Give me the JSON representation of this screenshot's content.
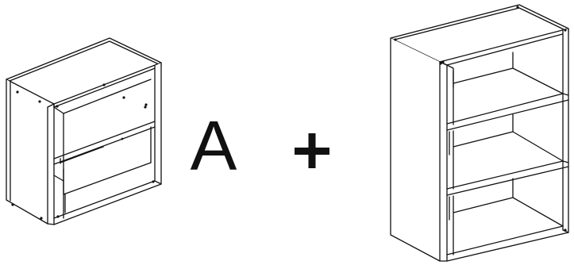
{
  "labels": {
    "variant_letter": "A",
    "operator": "+"
  },
  "items": [
    {
      "name": "small-cabinet",
      "shelves": 1
    },
    {
      "name": "tall-cabinet",
      "shelves": 2
    }
  ],
  "colors": {
    "stroke": "#111111",
    "background": "#ffffff",
    "hole": "#111111"
  }
}
